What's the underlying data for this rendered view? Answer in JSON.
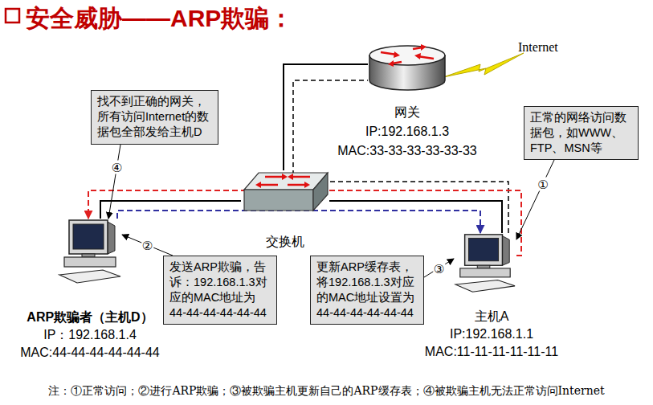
{
  "diagram": {
    "title": "安全威胁——ARP欺骗：",
    "caption": "注：①正常访问；②进行ARP欺骗；③被欺骗主机更新自己的ARP缓存表；④被欺骗主机无法正常访问Internet",
    "nodes": [
      {
        "text": [
          "网关",
          "IP:192.168.1.3",
          "MAC:33-33-33-33-33-33"
        ]
      },
      {
        "text": [
          "找不到正确的网关， 所有访问Internet的数 据包全部发给主机D"
        ]
      },
      {
        "text": [
          "正常的网络访问数 据包，如WWW、 FTP、MSN等"
        ]
      },
      {
        "text": [
          "交换机"
        ]
      },
      {
        "text": [
          "ARP欺骗者（主机D）",
          "IP：192.168.1.4",
          "MAC:44-44-44-44-44-44"
        ]
      },
      {
        "text": [
          "发送ARP欺骗，告 诉：192.168.1.3对 应的MAC地址为 44-44-44-44-44-44"
        ]
      },
      {
        "text": [
          "更新ARP缓存表， 将192.168.1.3对应 的MAC地址设置为 44-44-44-44-44-44"
        ]
      },
      {
        "text": [
          "主机A",
          "IP:192.168.1.1",
          "MAC:11-11-11-11-11-11"
        ]
      }
    ],
    "edges": [
      {
        "from": 3,
        "to": 0,
        "arrow": "none"
      },
      {
        "from": 3,
        "to": 4,
        "arrow": "none"
      },
      {
        "from": 3,
        "to": 7,
        "arrow": "none"
      },
      {
        "from": 7,
        "to": 0,
        "arrow": "none"
      },
      {
        "from": 7,
        "to": 4,
        "arrow": "to"
      },
      {
        "from": 4,
        "to": 7,
        "arrow": "to"
      },
      {
        "from": 1,
        "to": 4,
        "label": "④",
        "arrow": "to"
      },
      {
        "from": 2,
        "to": 7,
        "label": "①",
        "arrow": "to"
      },
      {
        "from": 5,
        "to": 4,
        "label": "②",
        "arrow": "to"
      },
      {
        "from": 6,
        "to": 7,
        "label": "③",
        "arrow": "to"
      }
    ],
    "labels": [
      "Internet"
    ]
  }
}
